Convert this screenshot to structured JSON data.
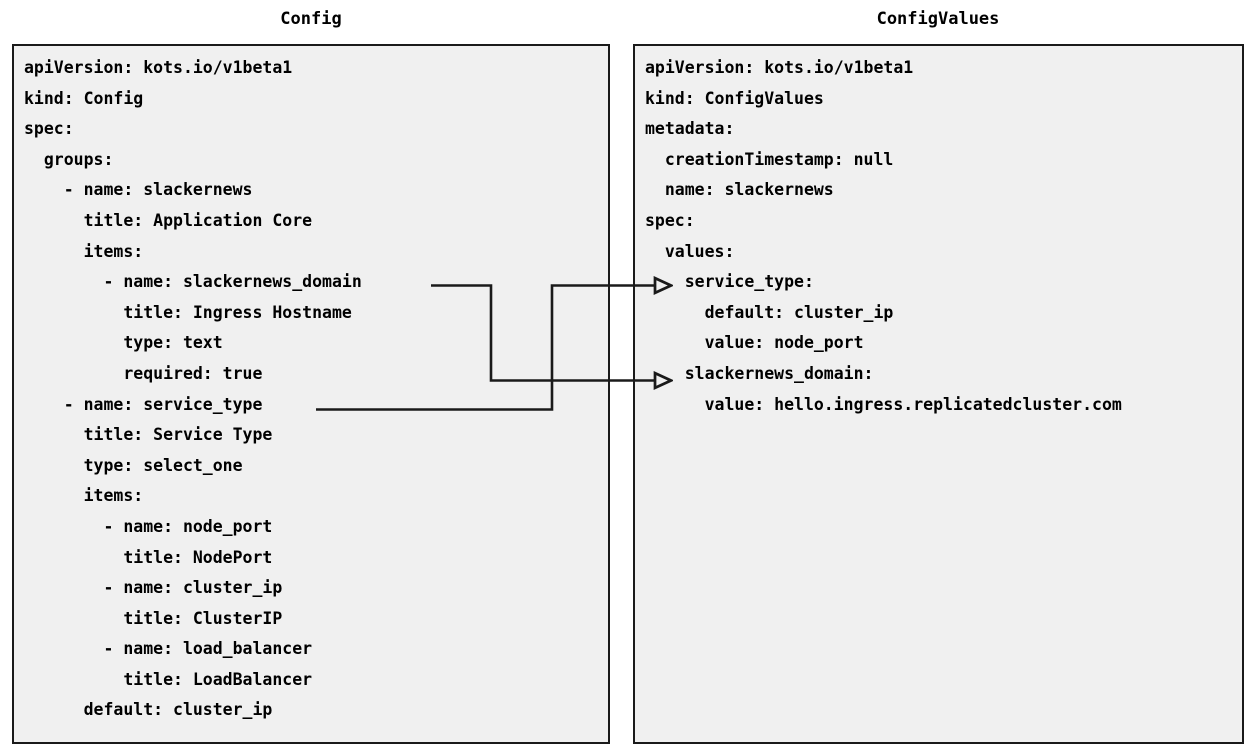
{
  "diagram": {
    "title_left": "Config",
    "title_right": "ConfigValues",
    "background_color": "#ffffff",
    "panel_fill_color": "#f0f0f0",
    "panel_border_color": "#1a1a1a",
    "text_color": "#000000",
    "connector_color": "#1a1a1a"
  },
  "left_panel": {
    "title": "Config",
    "lines": [
      "apiVersion: kots.io/v1beta1",
      "kind: Config",
      "spec:",
      "  groups:",
      "    - name: slackernews",
      "      title: Application Core",
      "      items:",
      "        - name: slackernews_domain",
      "          title: Ingress Hostname",
      "          type: text",
      "          required: true",
      "    - name: service_type",
      "      title: Service Type",
      "      type: select_one",
      "      items:",
      "        - name: node_port",
      "          title: NodePort",
      "        - name: cluster_ip",
      "          title: ClusterIP",
      "        - name: load_balancer",
      "          title: LoadBalancer",
      "      default: cluster_ip"
    ]
  },
  "right_panel": {
    "title": "ConfigValues",
    "lines": [
      "apiVersion: kots.io/v1beta1",
      "kind: ConfigValues",
      "metadata:",
      "  creationTimestamp: null",
      "  name: slackernews",
      "spec:",
      "  values:",
      "    service_type:",
      "      default: cluster_ip",
      "      value: node_port",
      "    slackernews_domain:",
      "      value: hello.ingress.replicatedcluster.com"
    ]
  },
  "connectors": [
    {
      "name": "slackernews-domain-link",
      "from_label": "slackernews_domain",
      "to_label": "slackernews_domain:",
      "arrowhead": "hollow-triangle"
    },
    {
      "name": "service-type-link",
      "from_label": "service_type",
      "to_label": "service_type:",
      "arrowhead": "hollow-triangle"
    }
  ]
}
